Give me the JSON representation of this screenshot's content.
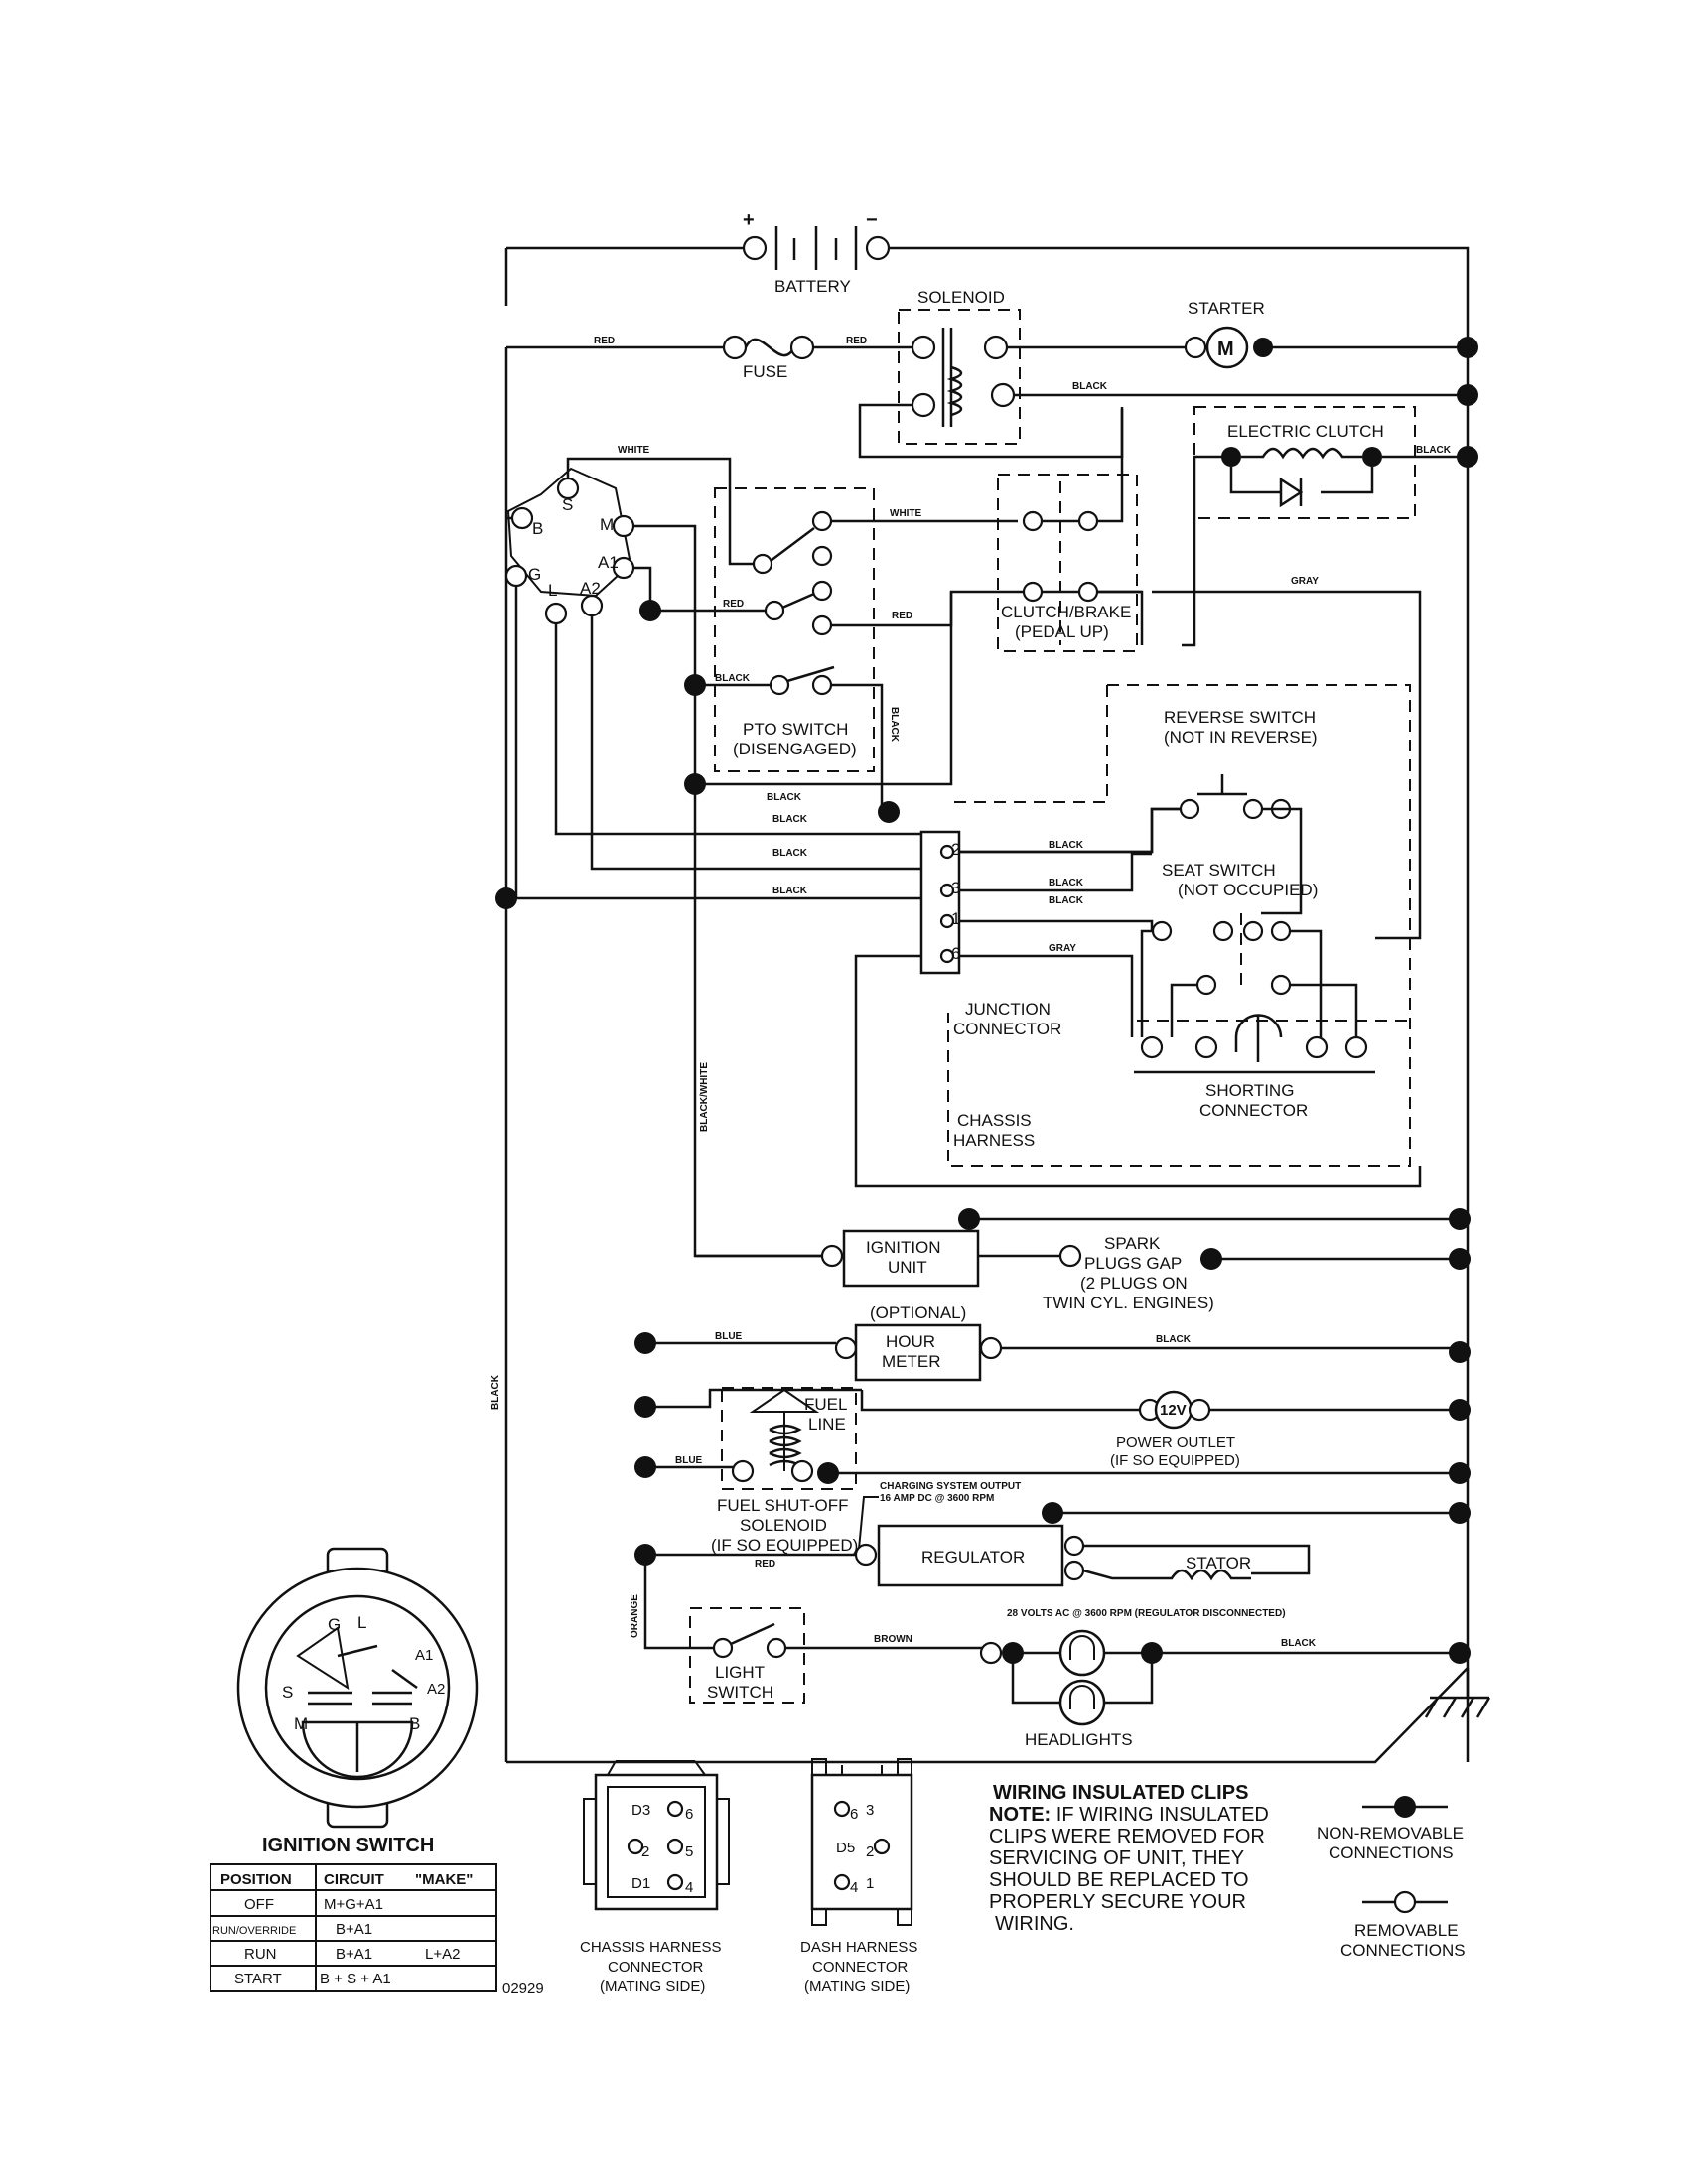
{
  "components": {
    "battery": "BATTERY",
    "battery_pos": "+",
    "battery_neg": "−",
    "solenoid": "SOLENOID",
    "starter": "STARTER",
    "starter_symbol": "M",
    "fuse": "FUSE",
    "electric_clutch": "ELECTRIC CLUTCH",
    "clutch_brake": [
      "CLUTCH/BRAKE",
      "(PEDAL UP)"
    ],
    "pto_switch": [
      "PTO SWITCH",
      "(DISENGAGED)"
    ],
    "reverse_switch": [
      "REVERSE SWITCH",
      "(NOT IN REVERSE)"
    ],
    "seat_switch": [
      "SEAT SWITCH",
      "(NOT OCCUPIED)"
    ],
    "junction_connector": [
      "JUNCTION",
      "CONNECTOR"
    ],
    "shorting_connector": [
      "SHORTING",
      "CONNECTOR"
    ],
    "chassis_harness": [
      "CHASSIS",
      "HARNESS"
    ],
    "ignition_unit": [
      "IGNITION",
      "UNIT"
    ],
    "spark_plugs": [
      "SPARK",
      "PLUGS GAP",
      "(2 PLUGS ON",
      "TWIN CYL. ENGINES)"
    ],
    "optional": "(OPTIONAL)",
    "hour_meter": [
      "HOUR",
      "METER"
    ],
    "fuel_line": [
      "FUEL",
      "LINE"
    ],
    "power_outlet": [
      "POWER OUTLET",
      "(IF SO EQUIPPED)"
    ],
    "power_outlet_symbol": "12V",
    "fuel_shutoff": [
      "FUEL SHUT-OFF",
      "SOLENOID",
      "(IF SO EQUIPPED)"
    ],
    "charging_output": [
      "CHARGING SYSTEM OUTPUT",
      "16 AMP DC @ 3600 RPM"
    ],
    "regulator": "REGULATOR",
    "stator": "STATOR",
    "stator_volts": "28 VOLTS AC @ 3600 RPM (REGULATOR DISCONNECTED)",
    "light_switch": [
      "LIGHT",
      "SWITCH"
    ],
    "headlights": "HEADLIGHTS"
  },
  "ignition_terminals": [
    "S",
    "M",
    "B",
    "A1",
    "G",
    "A2",
    "L"
  ],
  "junction_pins": [
    "2",
    "3",
    "1",
    "6"
  ],
  "wire_labels": {
    "red": "RED",
    "black": "BLACK",
    "white": "WHITE",
    "gray": "GRAY",
    "blue": "BLUE",
    "orange": "ORANGE",
    "brown": "BROWN",
    "black_white": "BLACK/WHITE"
  },
  "ignition_switch": {
    "title": "IGNITION SWITCH",
    "terminals": [
      "G",
      "L",
      "A1",
      "S",
      "A2",
      "M",
      "B"
    ],
    "headers": [
      "POSITION",
      "CIRCUIT",
      "\"MAKE\""
    ],
    "rows": [
      {
        "position": "OFF",
        "circuit": "M+G+A1",
        "make": ""
      },
      {
        "position": "RUN/OVERRIDE",
        "circuit": "B+A1",
        "make": ""
      },
      {
        "position": "RUN",
        "circuit": "B+A1",
        "make": "L+A2"
      },
      {
        "position": "START",
        "circuit": "B + S + A1",
        "make": ""
      }
    ]
  },
  "diagram_number": "02929",
  "chassis_connector": {
    "caption": [
      "CHASSIS HARNESS",
      "CONNECTOR",
      "(MATING SIDE)"
    ],
    "pins": [
      "D3",
      "6",
      "2",
      "5",
      "D1",
      "4"
    ]
  },
  "dash_connector": {
    "caption": [
      "DASH HARNESS",
      "CONNECTOR",
      "(MATING SIDE)"
    ],
    "pins": [
      "6",
      "3",
      "D5",
      "2",
      "4",
      "1"
    ]
  },
  "clips_note": {
    "title": "WIRING INSULATED CLIPS",
    "lead": "NOTE:",
    "lines": [
      " IF WIRING INSULATED",
      "CLIPS WERE REMOVED FOR",
      "SERVICING OF UNIT, THEY",
      "SHOULD BE REPLACED TO",
      "PROPERLY SECURE YOUR",
      "WIRING."
    ]
  },
  "legend": {
    "non_removable": [
      "NON-REMOVABLE",
      "CONNECTIONS"
    ],
    "removable": [
      "REMOVABLE",
      "CONNECTIONS"
    ]
  }
}
